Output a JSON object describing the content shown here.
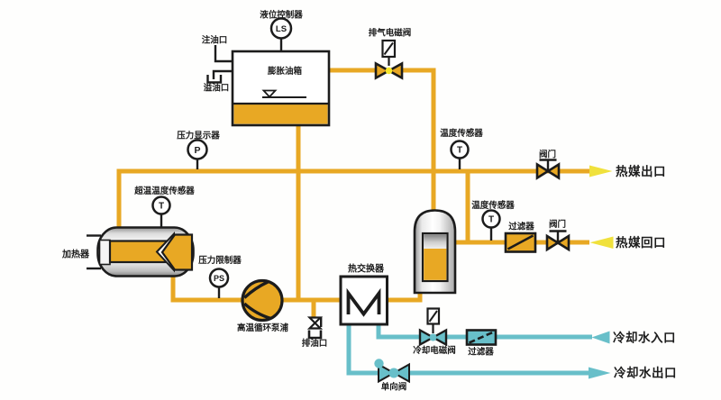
{
  "figure": {
    "type": "thermal-oil-heater-piping-diagram",
    "background": "#fefefd"
  },
  "colors": {
    "hot_pipe": "#e8a824",
    "cool_pipe": "#68bfc9",
    "arrow_yellow": "#f0e13c",
    "valve_dot": "#f5e62b",
    "outline": "#1c1c1c"
  },
  "labels": {
    "level_controller": "液位控制器",
    "level_controller_tag": "LS",
    "oil_fill_port": "注油口",
    "oil_overflow_port": "溢油口",
    "expansion_tank": "膨胀油箱",
    "exhaust_solenoid_valve": "排气电磁阀",
    "pressure_display": "压力显示器",
    "pressure_display_tag": "P",
    "overtemp_sensor": "超温温度传感器",
    "overtemp_sensor_tag": "T",
    "heater": "加热器",
    "pressure_limiter": "压力限制器",
    "pressure_limiter_tag": "PS",
    "circulation_pump": "高温循环泵浦",
    "oil_drain_port": "排油口",
    "heat_exchanger": "热交换器",
    "supply_temp_sensor": "温度传感器",
    "supply_temp_sensor_tag": "T",
    "supply_valve": "阀门",
    "heat_medium_outlet": "热媒出口",
    "return_temp_sensor": "温度传感器",
    "return_temp_sensor_tag": "T",
    "return_filter": "过滤器",
    "return_valve": "阀门",
    "heat_medium_return": "热媒回口",
    "cooling_solenoid_valve": "冷却电磁阀",
    "cooling_filter": "过滤器",
    "cooling_water_inlet": "冷却水入口",
    "check_valve": "单向阀",
    "cooling_water_outlet": "冷却水出口"
  }
}
